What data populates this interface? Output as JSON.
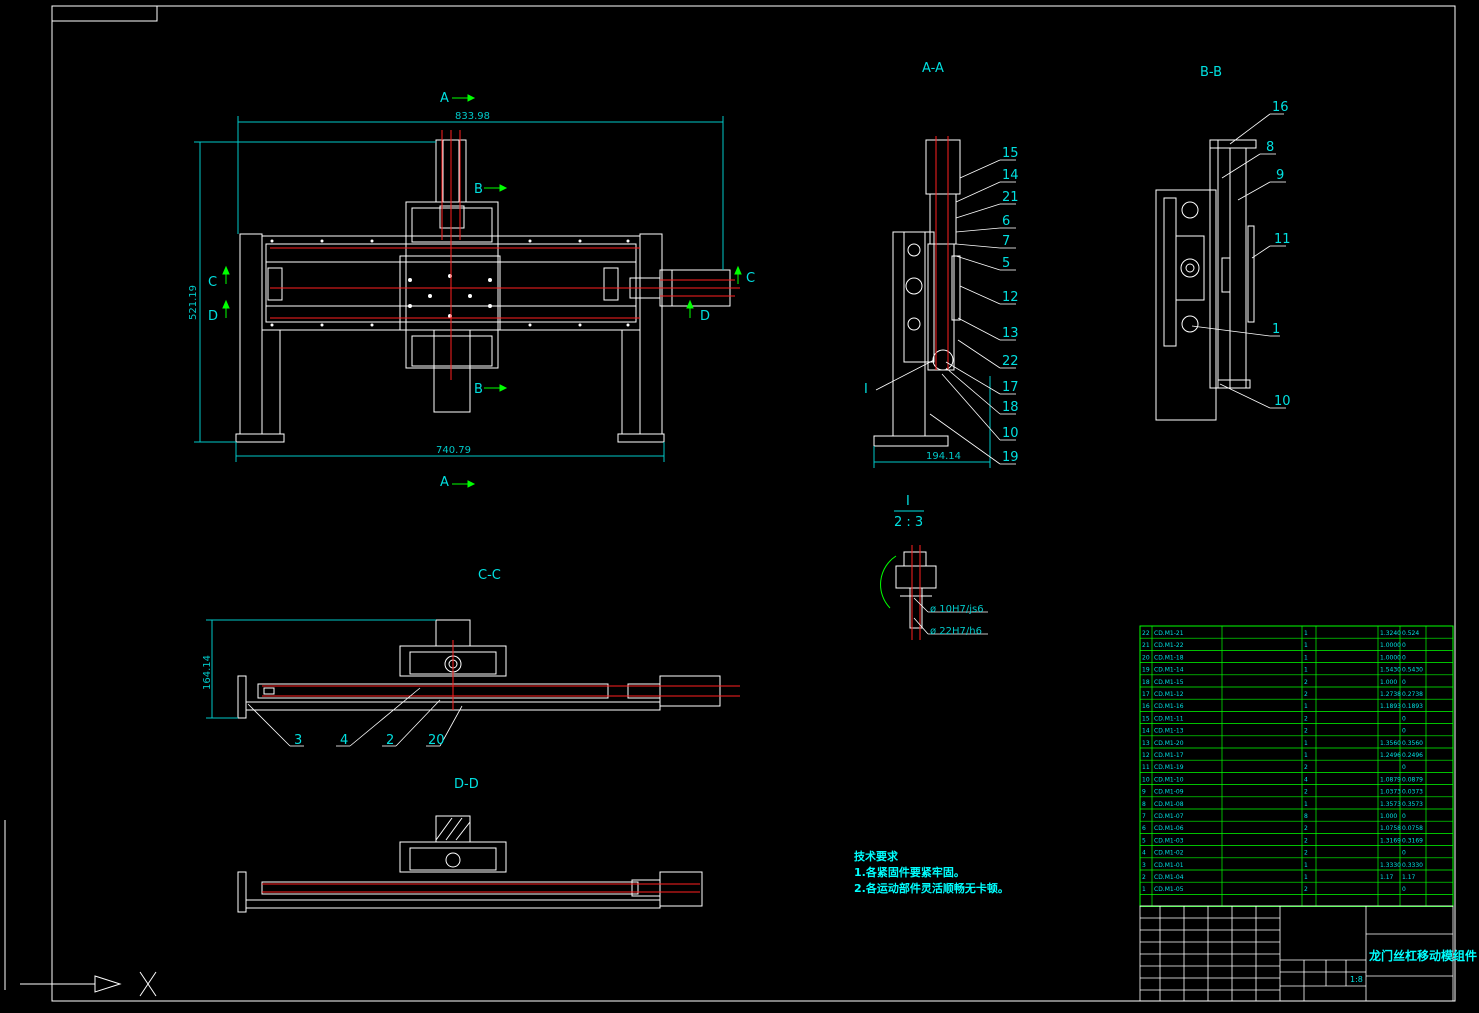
{
  "colors": {
    "background": "#000000",
    "outline": "#ffffff",
    "dimension": "#00c8c8",
    "center_line": "#ff2020",
    "section_arrow": "#00ff00",
    "text": "#00ffff",
    "table_grid": "#00ff00"
  },
  "front_view": {
    "dim_width_top": "833.98",
    "dim_height": "521.19",
    "dim_width_bottom": "740.79",
    "section_marks": [
      "A",
      "A",
      "B",
      "B",
      "C",
      "C",
      "D",
      "D"
    ]
  },
  "section_aa": {
    "title": "A-A",
    "dim_base": "194.14",
    "balloons": [
      "15",
      "14",
      "21",
      "6",
      "7",
      "5",
      "12",
      "13",
      "22",
      "17",
      "18",
      "10",
      "19"
    ],
    "detail_mark": "I"
  },
  "section_bb": {
    "title": "B-B",
    "balloons": [
      "16",
      "8",
      "9",
      "11",
      "1",
      "10"
    ]
  },
  "detail_i": {
    "title": "I",
    "scale": "2 : 3",
    "fit_1": "ø 10H7/js6",
    "fit_2": "ø 22H7/h6"
  },
  "section_cc": {
    "title": "C-C",
    "dim_height": "164.14",
    "balloons": [
      "3",
      "4",
      "2",
      "20"
    ]
  },
  "section_dd": {
    "title": "D-D"
  },
  "tech_req": {
    "heading": "技术要求",
    "line1": "1.各紧固件要紧牢固。",
    "line2": "2.各运动部件灵活顺畅无卡顿。"
  },
  "bom": {
    "rows": [
      [
        "22",
        "CD.M1-21",
        "1",
        "1.3240",
        "0.524"
      ],
      [
        "21",
        "CD.M1-22",
        "1",
        "1.0000",
        "0"
      ],
      [
        "20",
        "CD.M1-18",
        "1",
        "1.0000",
        "0"
      ],
      [
        "19",
        "CD.M1-14",
        "1",
        "1.5430",
        "0.5430"
      ],
      [
        "18",
        "CD.M1-15",
        "2",
        "1.000",
        "0"
      ],
      [
        "17",
        "CD.M1-12",
        "2",
        "1.2738",
        "0.2738"
      ],
      [
        "16",
        "CD.M1-16",
        "1",
        "1.1893",
        "0.1893"
      ],
      [
        "15",
        "CD.M1-11",
        "2",
        "",
        "0"
      ],
      [
        "14",
        "CD.M1-13",
        "2",
        "",
        "0"
      ],
      [
        "13",
        "CD.M1-20",
        "1",
        "1.3560",
        "0.3560"
      ],
      [
        "12",
        "CD.M1-17",
        "1",
        "1.2496",
        "0.2496"
      ],
      [
        "11",
        "CD.M1-19",
        "2",
        "",
        "0"
      ],
      [
        "10",
        "CD.M1-10",
        "4",
        "1.0879",
        "0.0879"
      ],
      [
        "9",
        "CD.M1-09",
        "2",
        "1.0373",
        "0.0373"
      ],
      [
        "8",
        "CD.M1-08",
        "1",
        "1.3573",
        "0.3573"
      ],
      [
        "7",
        "CD.M1-07",
        "8",
        "1.000",
        "0"
      ],
      [
        "6",
        "CD.M1-06",
        "2",
        "1.0758",
        "0.0758"
      ],
      [
        "5",
        "CD.M1-03",
        "2",
        "1.3169",
        "0.3169"
      ],
      [
        "4",
        "CD.M1-02",
        "2",
        "",
        "0"
      ],
      [
        "3",
        "CD.M1-01",
        "1",
        "1.3330",
        "0.3330"
      ],
      [
        "2",
        "CD.M1-04",
        "1",
        "1.17",
        "1.17"
      ],
      [
        "1",
        "CD.M1-05",
        "2",
        "",
        "0"
      ]
    ]
  },
  "title_block": {
    "drawing_title": "龙门丝杠移动模组件",
    "scale": "1:8"
  }
}
